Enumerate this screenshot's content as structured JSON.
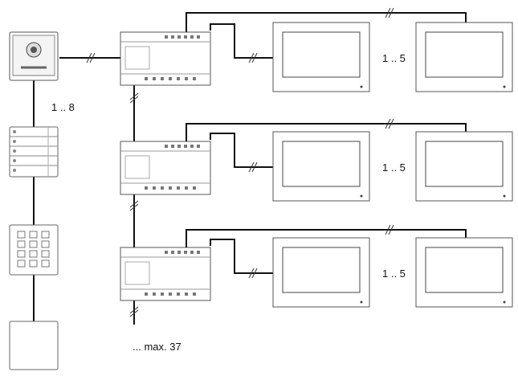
{
  "labels": {
    "module_count": "1 .. 8",
    "monitor_count_row1": "1 .. 5",
    "monitor_count_row2": "1 .. 5",
    "monitor_count_row3": "1 .. 5",
    "distributor_max": "...  max. 37"
  },
  "components": {
    "camera_module": "camera-module-icon",
    "button_module": "button-module-icon",
    "keypad_module": "keypad-module-icon",
    "blank_module": "blank-module-icon",
    "distributor": "distributor-unit-icon",
    "monitor": "indoor-monitor-icon"
  },
  "colors": {
    "line": "#111111",
    "device_outline": "#555555",
    "background": "#ffffff"
  }
}
